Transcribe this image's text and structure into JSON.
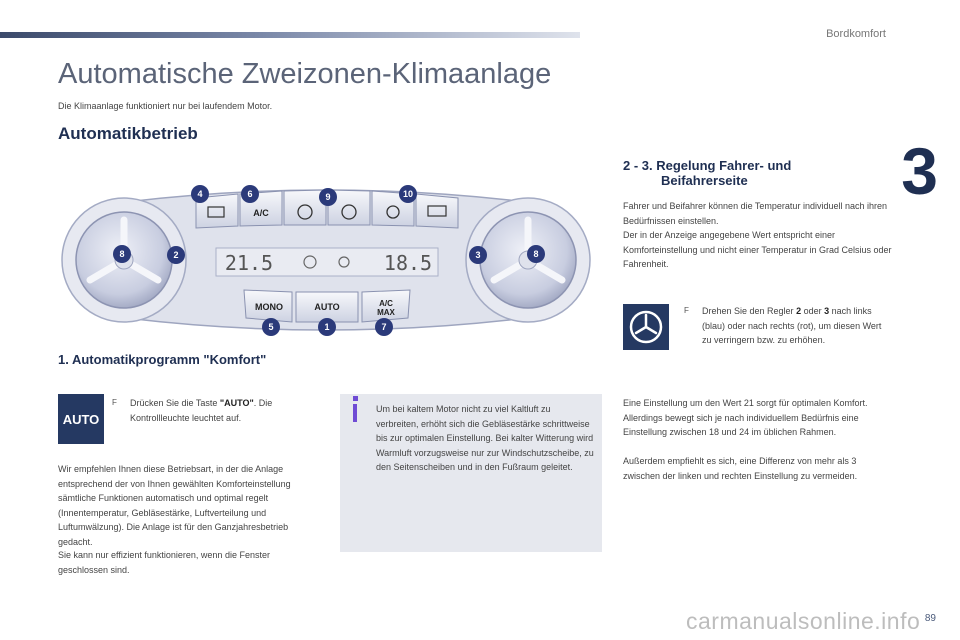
{
  "header": {
    "section": "Bordkomfort",
    "chapter": "3"
  },
  "title": "Automatische Zweizonen-Klimaanlage",
  "intro": "Die Klimaanlage funktioniert nur bei laufendem Motor.",
  "automatik": {
    "heading": "Automatikbetrieb"
  },
  "panel": {
    "temp_left": "21.5",
    "temp_right": "18.5",
    "buttons_top": [
      "A/C"
    ],
    "buttons_bottom": [
      "MONO",
      "AUTO",
      "A/C",
      "MAX"
    ],
    "callouts": [
      "4",
      "6",
      "9",
      "10",
      "8",
      "2",
      "3",
      "8",
      "5",
      "1",
      "7"
    ]
  },
  "section1": {
    "heading": "1. Automatikprogramm \"Komfort\"",
    "icon_label": "AUTO",
    "bullet_flag": "F",
    "bullet_pre": "Drücken Sie die Taste ",
    "bullet_strong": "\"AUTO\"",
    "bullet_post": ". Die Kontrollleuchte leuchtet auf.",
    "para1": "Wir empfehlen Ihnen diese Betriebsart, in der die Anlage entsprechend der von Ihnen gewählten Komforteinstellung sämtliche Funktionen automatisch und optimal regelt (Innentemperatur, Gebläsestärke, Luftverteilung und Luftumwälzung). Die Anlage ist für den Ganzjahresbetrieb gedacht.",
    "para2": "Sie kann nur effizient funktionieren, wenn die Fenster geschlossen sind."
  },
  "info_box": {
    "text": "Um bei kaltem Motor nicht zu viel Kaltluft zu verbreiten, erhöht sich die Gebläsestärke schrittweise bis zur optimalen Einstellung. Bei kalter Witterung wird Warmluft vorzugsweise nur zur Windschutzscheibe, zu den Seitenscheiben und in den Fußraum geleitet."
  },
  "section23": {
    "heading_l1": "2 - 3. Regelung Fahrer- und",
    "heading_l2": "Beifahrerseite",
    "p1": "Fahrer und Beifahrer können die Temperatur individuell nach ihren Bedürfnissen einstellen.",
    "p1b": "Der in der Anzeige angegebene Wert entspricht einer Komforteinstellung und nicht einer Temperatur in Grad Celsius oder Fahrenheit.",
    "bullet_flag": "F",
    "bullet_a": "Drehen Sie den Regler ",
    "bullet_b1": "2",
    "bullet_c": " oder ",
    "bullet_b2": "3",
    "bullet_d": " nach links (blau) oder nach rechts (rot), um diesen Wert zu verringern bzw. zu erhöhen.",
    "p2": "Eine Einstellung um den Wert 21 sorgt für optimalen Komfort. Allerdings bewegt sich je nach individuellem Bedürfnis eine Einstellung zwischen 18 und 24 im üblichen Rahmen.",
    "p2b": "Außerdem empfiehlt es sich, eine Differenz von mehr als 3 zwischen der linken und rechten Einstellung zu vermeiden."
  },
  "footer": {
    "watermark": "carmanualsonline.info",
    "page": "89"
  },
  "colors": {
    "navy": "#1f2f52",
    "accent_purple": "#6f4bd4",
    "panel_blue": "#c9cde0",
    "callout": "#2b3a7a"
  }
}
